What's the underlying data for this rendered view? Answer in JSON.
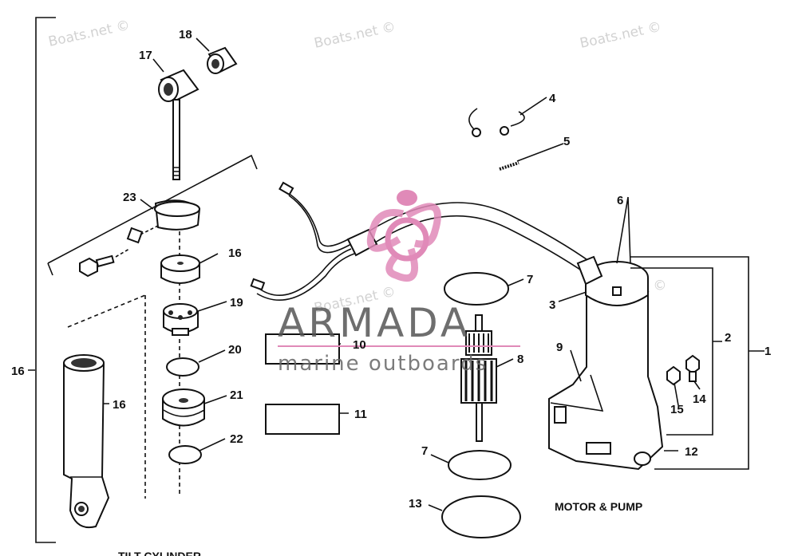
{
  "watermarks": [
    "Boats.net ©",
    "Boats.net ©",
    "Boats.net ©",
    "Boats.net ©",
    "Boats.net ©"
  ],
  "brand": {
    "name": "ARMADA",
    "subtitle": "marine outboards",
    "accent": "#e08ab8"
  },
  "caption": "MOTOR & PUMP",
  "bottom_caption": "TILT CYLINDER",
  "callouts": [
    "1",
    "2",
    "3",
    "4",
    "5",
    "6",
    "7",
    "7",
    "8",
    "9",
    "10",
    "11",
    "12",
    "13",
    "14",
    "15",
    "16",
    "16",
    "16",
    "17",
    "18",
    "19",
    "20",
    "21",
    "22",
    "23"
  ],
  "colors": {
    "line": "#111111",
    "watermark": "#d2d2d2",
    "logo": "#e08ab8"
  }
}
